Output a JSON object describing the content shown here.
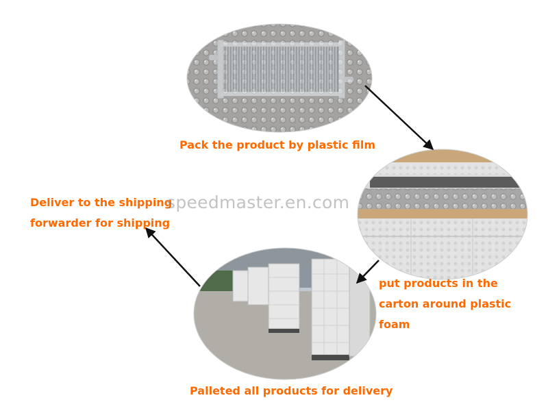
{
  "colors": {
    "caption_text": "#ff6a00",
    "arrow": "#111111",
    "bubble_wrap": "#8f8f8f",
    "radiator": "#c8cdd0",
    "carton": "#dcdcdc",
    "cardboard": "#c9a77a",
    "sky": "#bfc8cf",
    "ground": "#b1aea8"
  },
  "icons": [
    "radiator-photo",
    "carton-photo",
    "pallet-photo",
    "arrow-icon"
  ],
  "steps": {
    "pack": "Pack the product by plastic film",
    "carton": [
      "put products in the",
      "carton around plastic",
      "foam"
    ],
    "pallet": "Palleted all products for delivery",
    "deliver": [
      "Deliver to the shipping",
      "forwarder for shipping"
    ]
  },
  "watermark": "speedmaster.en.com"
}
